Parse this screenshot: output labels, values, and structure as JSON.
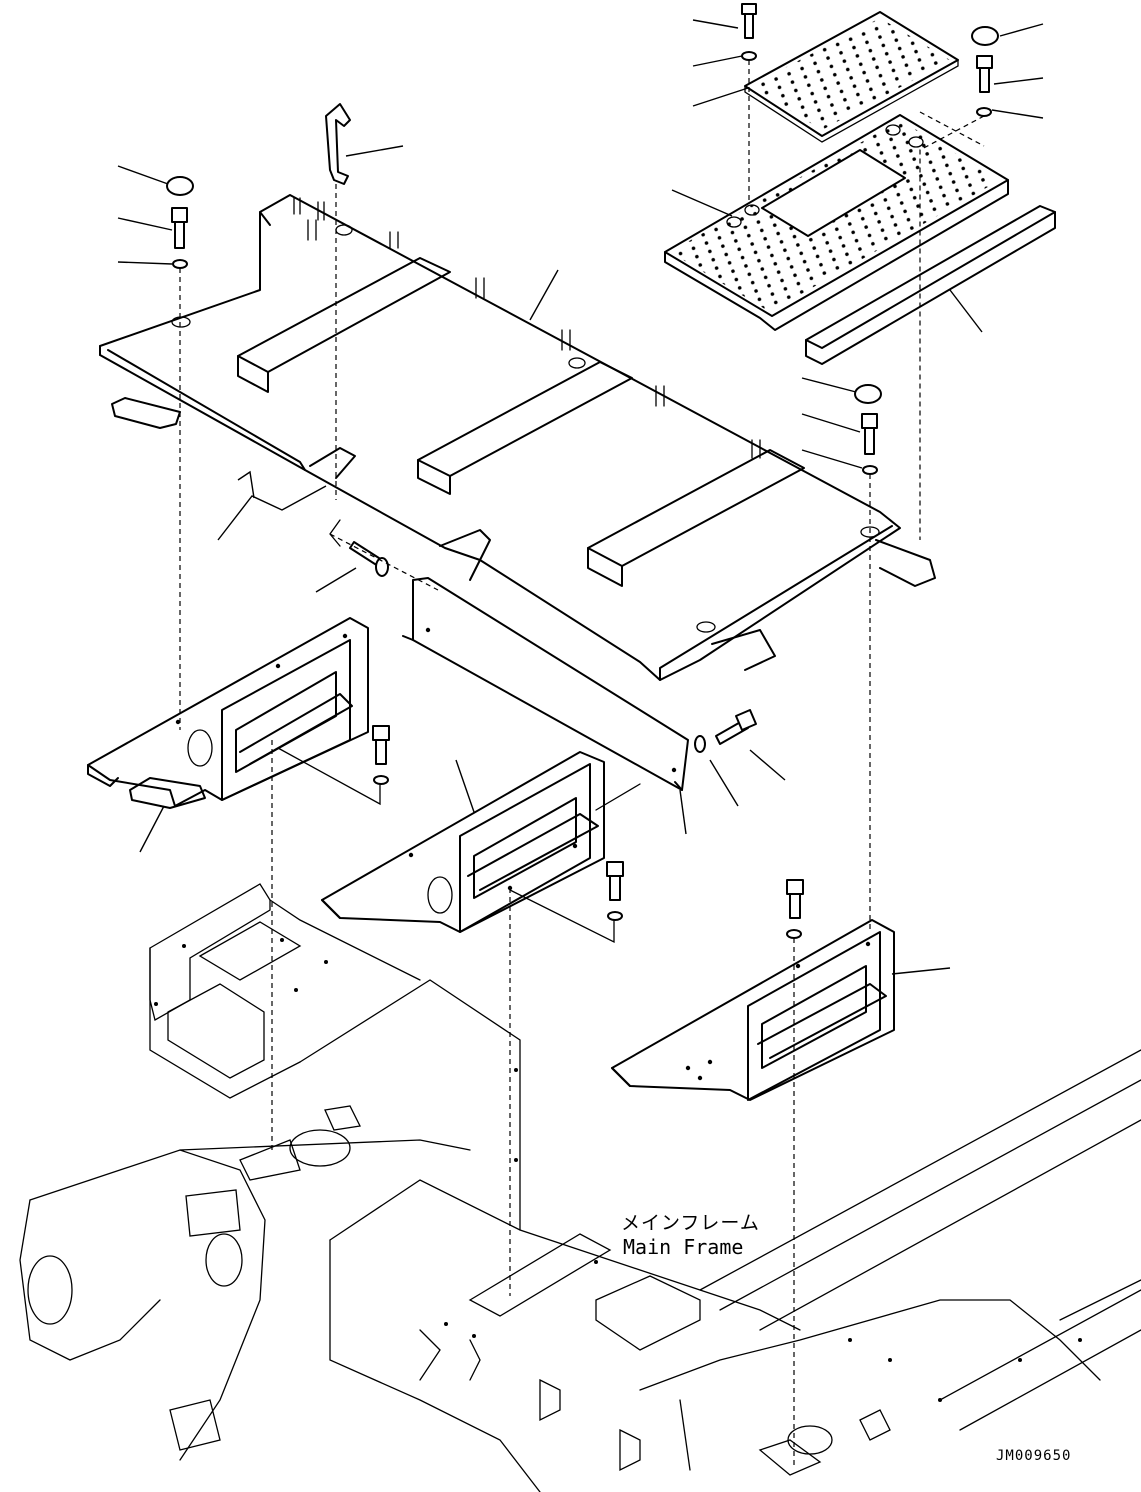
{
  "labels": {
    "main_frame_jp": "メインフレーム",
    "main_frame_en": "Main Frame"
  },
  "drawing_id": "JM009650"
}
